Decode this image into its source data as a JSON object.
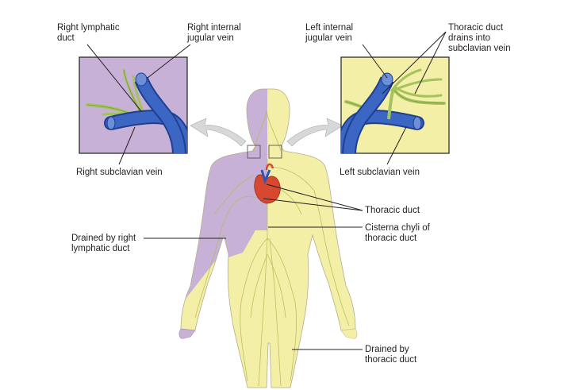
{
  "labels": {
    "right_lymphatic_duct": "Right lymphatic\nduct",
    "right_internal_jugular": "Right internal\njugular vein",
    "left_internal_jugular": "Left internal\njugular vein",
    "thoracic_duct_drains": "Thoracic duct\ndrains into\nsubclavian vein",
    "right_subclavian": "Right subclavian vein",
    "left_subclavian": "Left subclavian vein",
    "thoracic_duct": "Thoracic duct",
    "cisterna_chyli": "Cisterna chyli of\nthoracic duct",
    "drained_right": "Drained by right\nlymphatic duct",
    "drained_thoracic": "Drained by\nthoracic duct"
  },
  "colors": {
    "right_region": "#c7b1d6",
    "left_region": "#f3efa6",
    "vein": "#2e56b0",
    "lymph_vessel": "#a5c35c",
    "heart": "#d8472f",
    "outline": "#231f20"
  }
}
